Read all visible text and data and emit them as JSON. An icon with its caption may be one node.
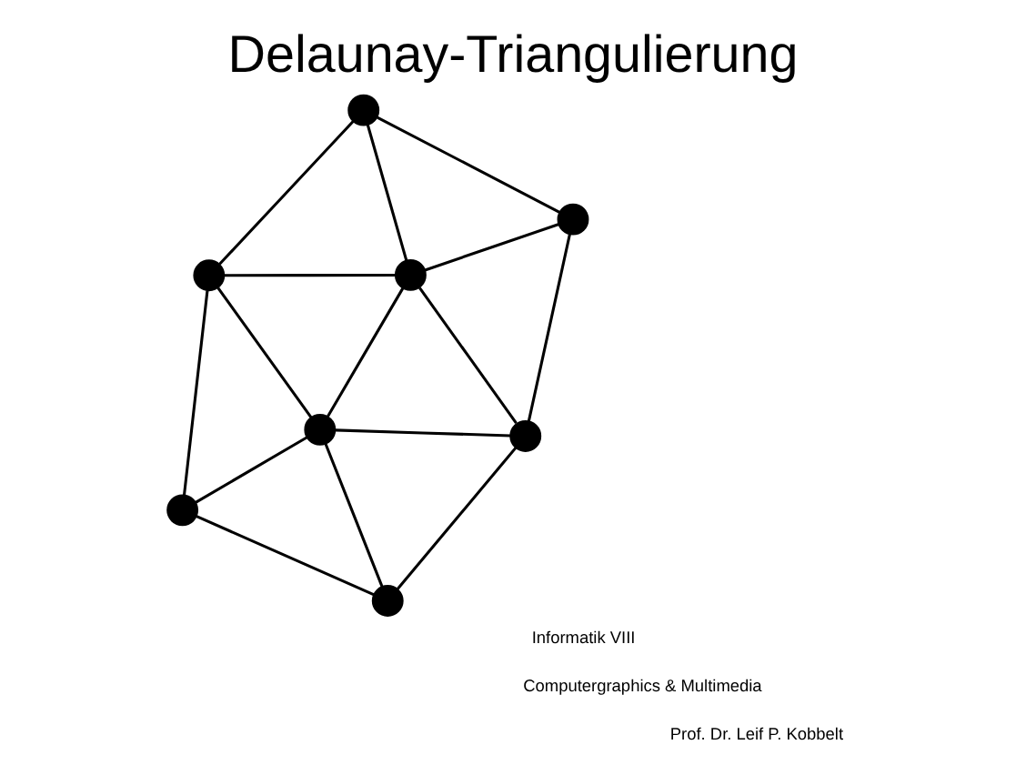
{
  "diagram": {
    "title": "Delaunay-Triangulierung",
    "nodes": [
      {
        "text": [],
        "shape": "circle"
      },
      {
        "text": [],
        "shape": "circle"
      },
      {
        "text": [],
        "shape": "circle"
      },
      {
        "text": [],
        "shape": "circle"
      },
      {
        "text": [],
        "shape": "circle"
      },
      {
        "text": [],
        "shape": "circle"
      },
      {
        "text": [],
        "shape": "circle"
      },
      {
        "text": [],
        "shape": "circle"
      }
    ],
    "edges": [
      {
        "from": 0,
        "to": 1,
        "arrow": "none"
      },
      {
        "from": 0,
        "to": 2,
        "arrow": "none"
      },
      {
        "from": 0,
        "to": 4,
        "arrow": "none"
      },
      {
        "from": 0,
        "to": 3,
        "arrow": "none"
      },
      {
        "from": 1,
        "to": 3,
        "arrow": "none"
      },
      {
        "from": 1,
        "to": 5,
        "arrow": "none"
      },
      {
        "from": 2,
        "to": 4,
        "arrow": "none"
      },
      {
        "from": 2,
        "to": 7,
        "arrow": "none"
      },
      {
        "from": 3,
        "to": 4,
        "arrow": "none"
      },
      {
        "from": 3,
        "to": 6,
        "arrow": "none"
      },
      {
        "from": 3,
        "to": 5,
        "arrow": "none"
      },
      {
        "from": 4,
        "to": 7,
        "arrow": "none"
      },
      {
        "from": 4,
        "to": 6,
        "arrow": "none"
      },
      {
        "from": 6,
        "to": 5,
        "arrow": "none"
      },
      {
        "from": 7,
        "to": 6,
        "arrow": "none"
      }
    ],
    "labels": [
      "Informatik VIII",
      "Computergraphics & Multimedia",
      "Prof. Dr. Leif P. Kobbelt"
    ]
  }
}
